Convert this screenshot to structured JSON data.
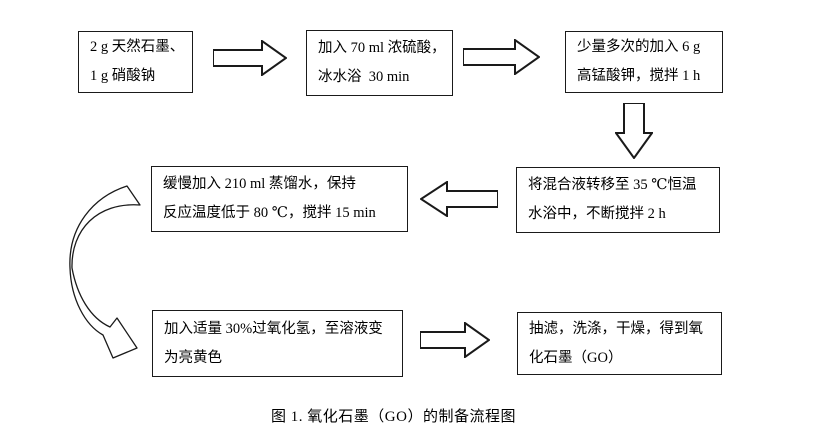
{
  "figure": {
    "caption": "图 1. 氧化石墨（GO）的制备流程图"
  },
  "flowchart": {
    "title_meaning": "Preparation flow of graphite oxide (GO)",
    "steps": [
      {
        "id": 1,
        "lines": [
          "2 g 天然石墨、",
          "1 g 硝酸钠"
        ]
      },
      {
        "id": 2,
        "lines": [
          "加入 70 ml 浓硫酸，",
          "冰水浴  30 min"
        ]
      },
      {
        "id": 3,
        "lines": [
          "少量多次的加入 6 g",
          "高锰酸钾，搅拌 1 h"
        ]
      },
      {
        "id": 4,
        "lines": [
          "将混合液转移至 35 ℃恒温",
          "水浴中，不断搅拌 2 h"
        ]
      },
      {
        "id": 5,
        "lines": [
          "缓慢加入 210 ml 蒸馏水，保持",
          "反应温度低于 80 ℃，搅拌 15 min"
        ]
      },
      {
        "id": 6,
        "lines": [
          "加入适量 30%过氧化氢，至溶液变",
          "为亮黄色"
        ]
      },
      {
        "id": 7,
        "lines": [
          "抽滤，洗涤，干燥，得到氧",
          "化石墨（GO）"
        ]
      }
    ],
    "connectors": [
      {
        "from": 1,
        "to": 2,
        "shape": "block-arrow-right"
      },
      {
        "from": 2,
        "to": 3,
        "shape": "block-arrow-right"
      },
      {
        "from": 3,
        "to": 4,
        "shape": "block-arrow-down"
      },
      {
        "from": 4,
        "to": 5,
        "shape": "block-arrow-left"
      },
      {
        "from": 5,
        "to": 6,
        "shape": "curved-block-arrow-down"
      },
      {
        "from": 6,
        "to": 7,
        "shape": "block-arrow-right"
      }
    ]
  },
  "colors": {
    "background": "#ffffff",
    "box_border": "#1a1a1a",
    "arrow_outline": "#1a1a1a",
    "arrow_fill": "#ffffff",
    "text": "#000000"
  }
}
